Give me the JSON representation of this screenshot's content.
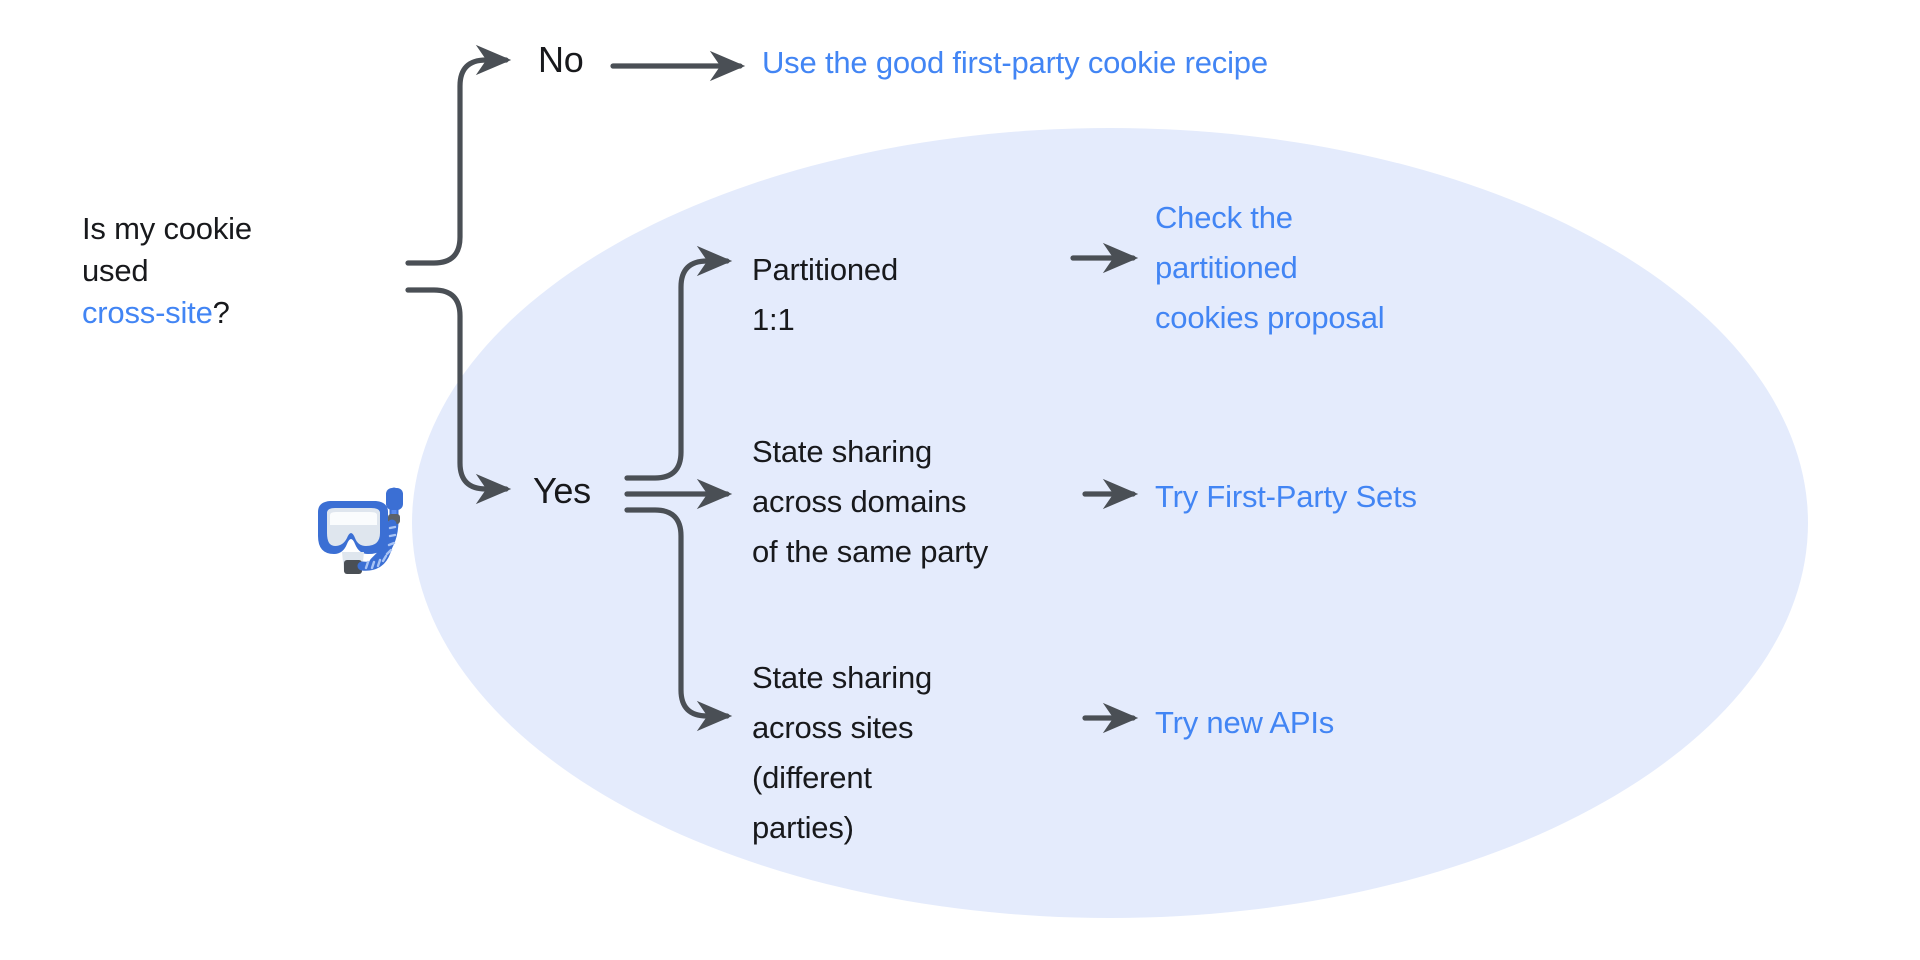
{
  "diagram": {
    "title": "Is my cookie used cross-site? decision flowchart",
    "background_color": "#ffffff",
    "highlight_color": "#e4ebfc",
    "accent_color": "#4285f4",
    "text_color": "#18191c",
    "connector_color": "#4a4f55"
  },
  "question": {
    "line1": "Is my cookie",
    "line2": "used",
    "accent": "cross-site",
    "suffix": "?"
  },
  "branches": {
    "no": {
      "label": "No",
      "outcome": "Use the good first-party cookie recipe"
    },
    "yes": {
      "label": "Yes",
      "options": [
        {
          "condition": "Partitioned\n1:1",
          "outcome": "Check the\npartitioned\ncookies proposal"
        },
        {
          "condition": "State sharing\nacross domains\nof the same party",
          "outcome": "Try First-Party Sets"
        },
        {
          "condition": "State sharing\nacross sites\n(different\nparties)",
          "outcome": "Try new APIs"
        }
      ]
    }
  },
  "decoration": {
    "mask_icon_name": "diving-mask-icon"
  }
}
